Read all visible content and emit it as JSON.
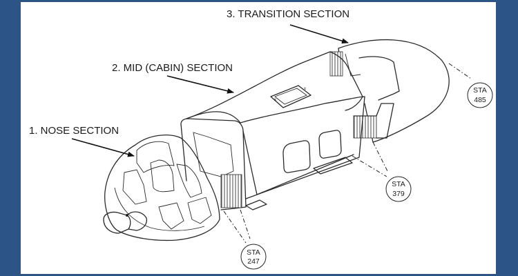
{
  "labels": {
    "nose": "1. NOSE SECTION",
    "mid": "2. MID (CABIN) SECTION",
    "transition": "3. TRANSITION SECTION"
  },
  "stations": {
    "s247": {
      "line1": "STA",
      "line2": "247"
    },
    "s379": {
      "line1": "STA",
      "line2": "379"
    },
    "s485": {
      "line1": "STA",
      "line2": "485"
    }
  }
}
